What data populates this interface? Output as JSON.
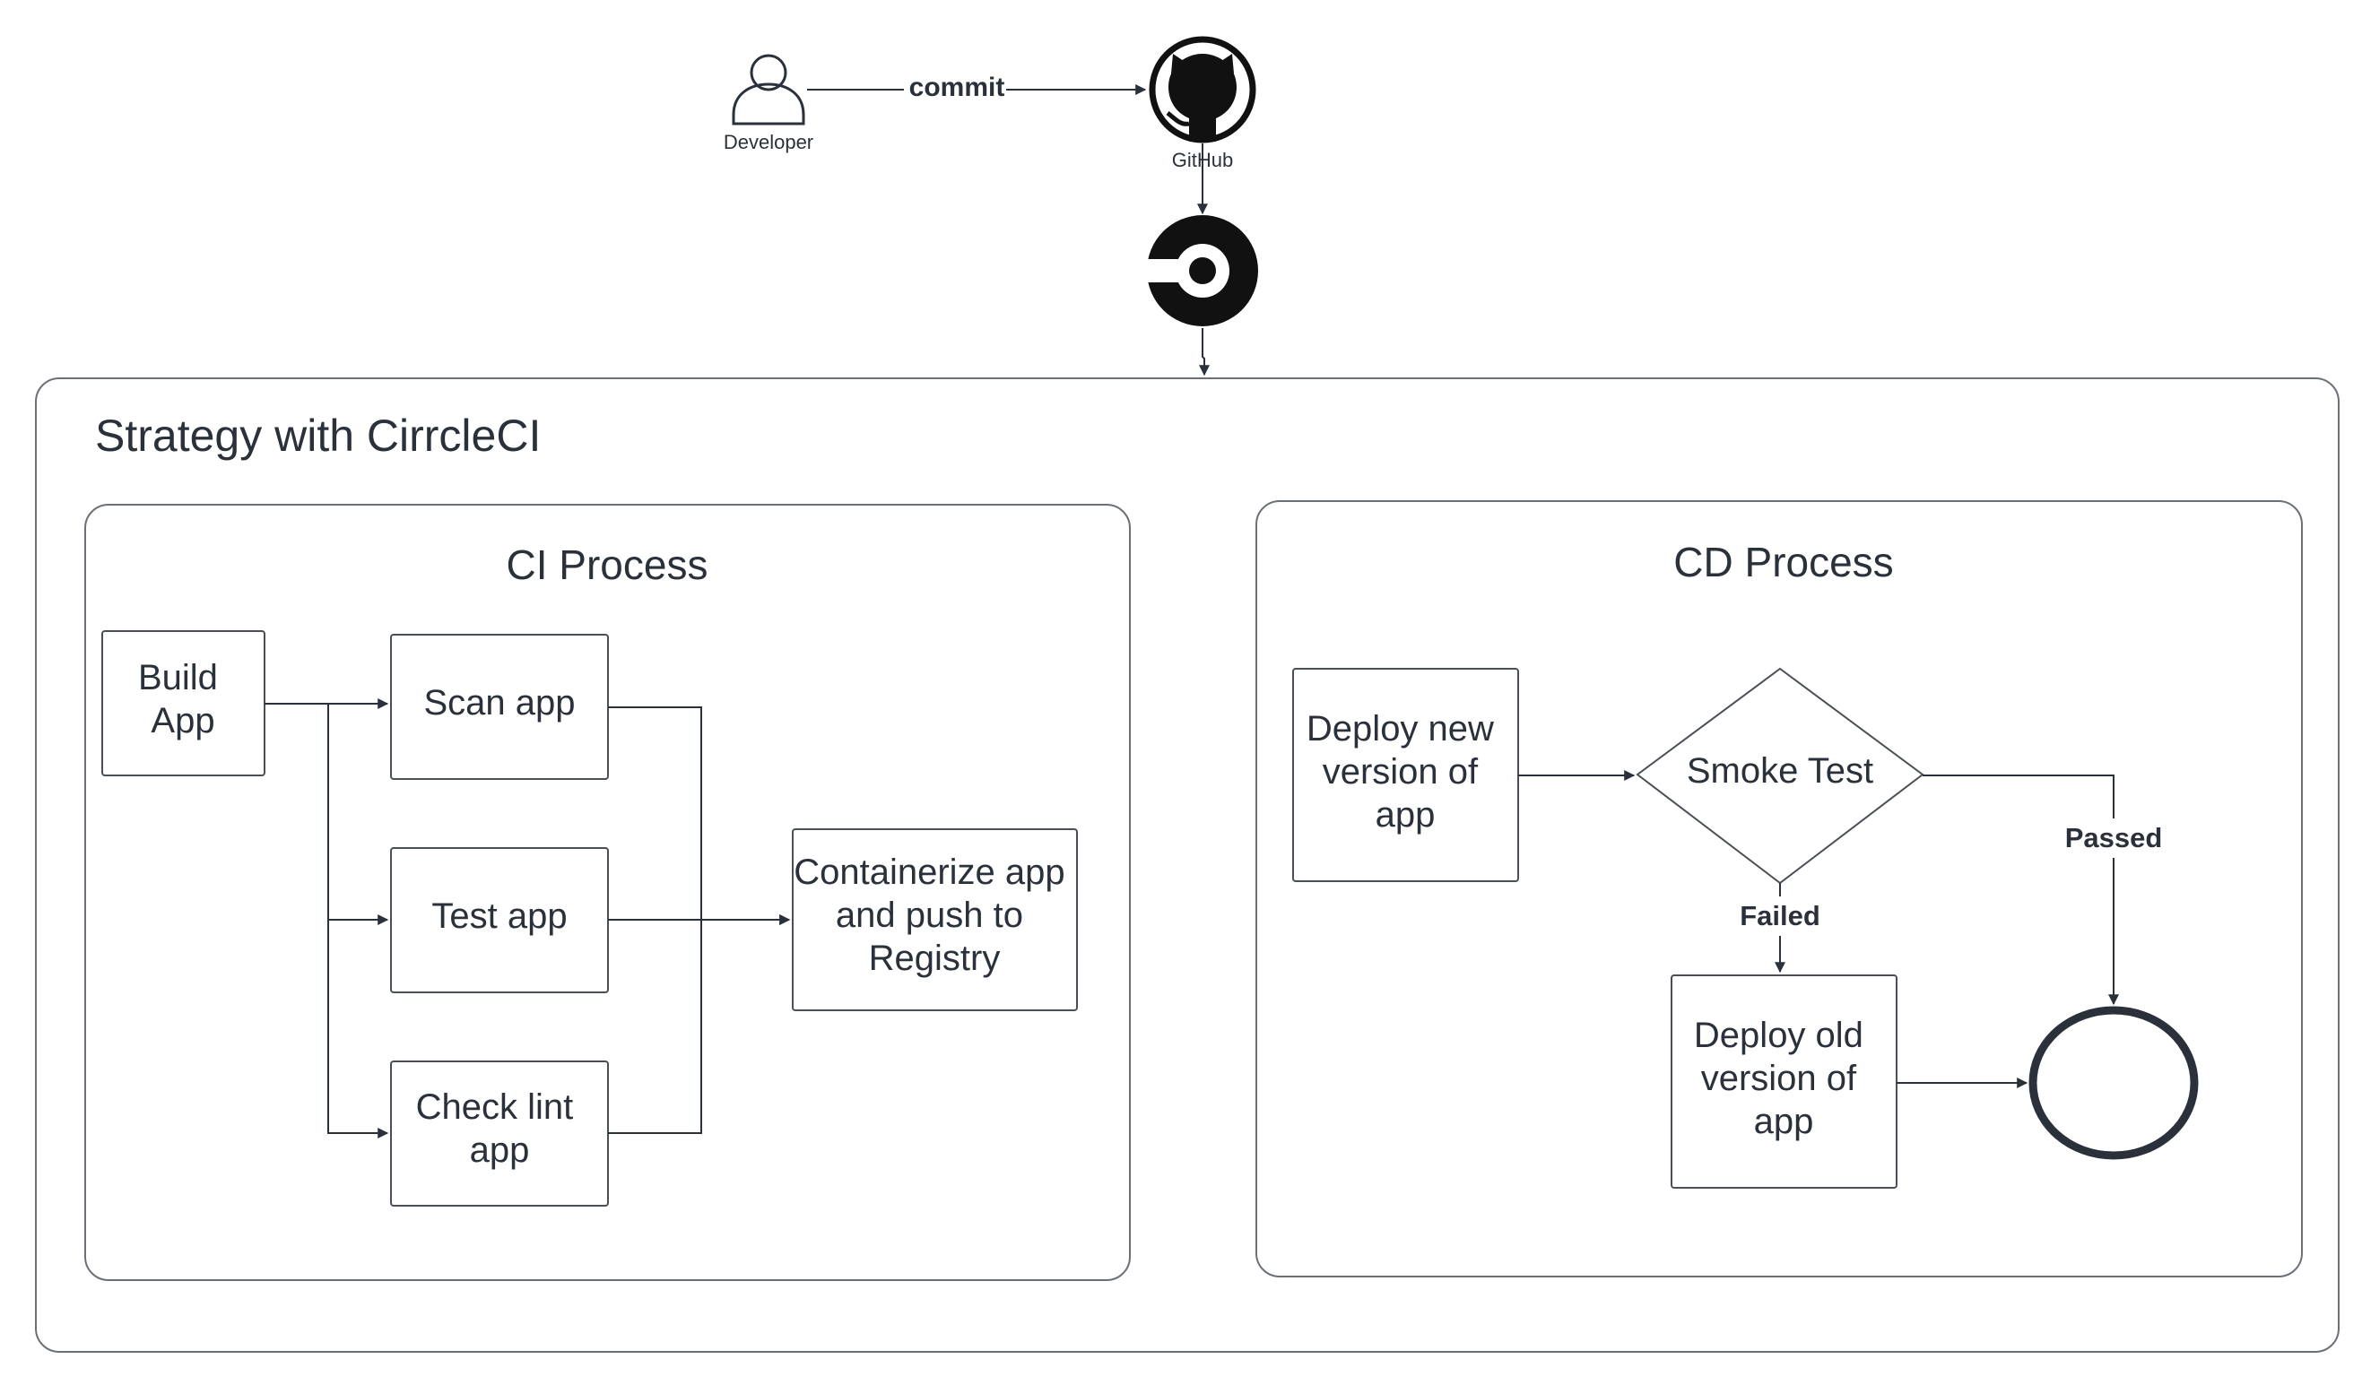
{
  "diagram": {
    "actor_developer": {
      "label": "Developer",
      "icon": "person-icon"
    },
    "commit_edge": {
      "label": "commit"
    },
    "github": {
      "label": "GitHub",
      "icon": "github-icon"
    },
    "circleci": {
      "icon": "circleci-icon"
    },
    "strategy": {
      "title": "Strategy with CirrcleCI"
    },
    "ci": {
      "title": "CI Process",
      "build": [
        "Build",
        "App"
      ],
      "scan": [
        "Scan app"
      ],
      "test": [
        "Test app"
      ],
      "lint": [
        "Check lint",
        "app"
      ],
      "containerize": [
        "Containerize app",
        "and push to",
        "Registry"
      ]
    },
    "cd": {
      "title": "CD Process",
      "deploy_new": [
        "Deploy new",
        "version of",
        "app"
      ],
      "smoke_test": "Smoke Test",
      "failed_label": "Failed",
      "passed_label": "Passed",
      "deploy_old": [
        "Deploy old",
        "version of",
        "app"
      ],
      "end_node": "end-circle"
    },
    "colors": {
      "stroke": "#4a4f57",
      "text": "#2b313b",
      "icon": "#111111"
    }
  }
}
